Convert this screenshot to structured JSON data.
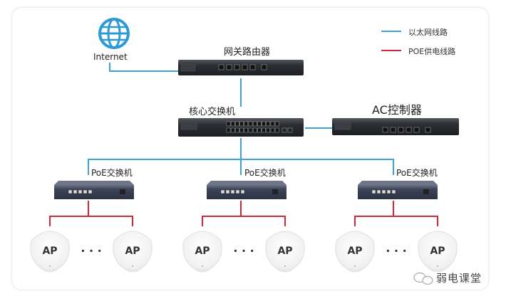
{
  "legend": {
    "items": [
      {
        "label": "以太网线路",
        "color": "#3ba3d6"
      },
      {
        "label": "POE供电线路",
        "color": "#d0283a"
      }
    ]
  },
  "nodes": {
    "internet": {
      "label": "Internet",
      "icon": "globe-icon"
    },
    "gateway": {
      "label": "网关路由器"
    },
    "core_switch": {
      "label": "核心交换机"
    },
    "ac_controller": {
      "label": "AC控制器"
    },
    "poe_switches": [
      {
        "label": "PoE交换机"
      },
      {
        "label": "PoE交换机"
      },
      {
        "label": "PoE交换机"
      }
    ],
    "ap_groups": [
      {
        "aps": [
          "AP",
          "AP"
        ],
        "ellipsis": "· · ·"
      },
      {
        "aps": [
          "AP",
          "AP"
        ],
        "ellipsis": "· · ·"
      },
      {
        "aps": [
          "AP",
          "AP"
        ],
        "ellipsis": "· · ·"
      }
    ]
  },
  "watermark": {
    "text": "弱电课堂",
    "icon": "wechat-icon"
  },
  "colors": {
    "ethernet": "#3ba3d6",
    "poe": "#d0283a",
    "device_dark": "#2e3238",
    "poe_switch": "#3a4152"
  }
}
